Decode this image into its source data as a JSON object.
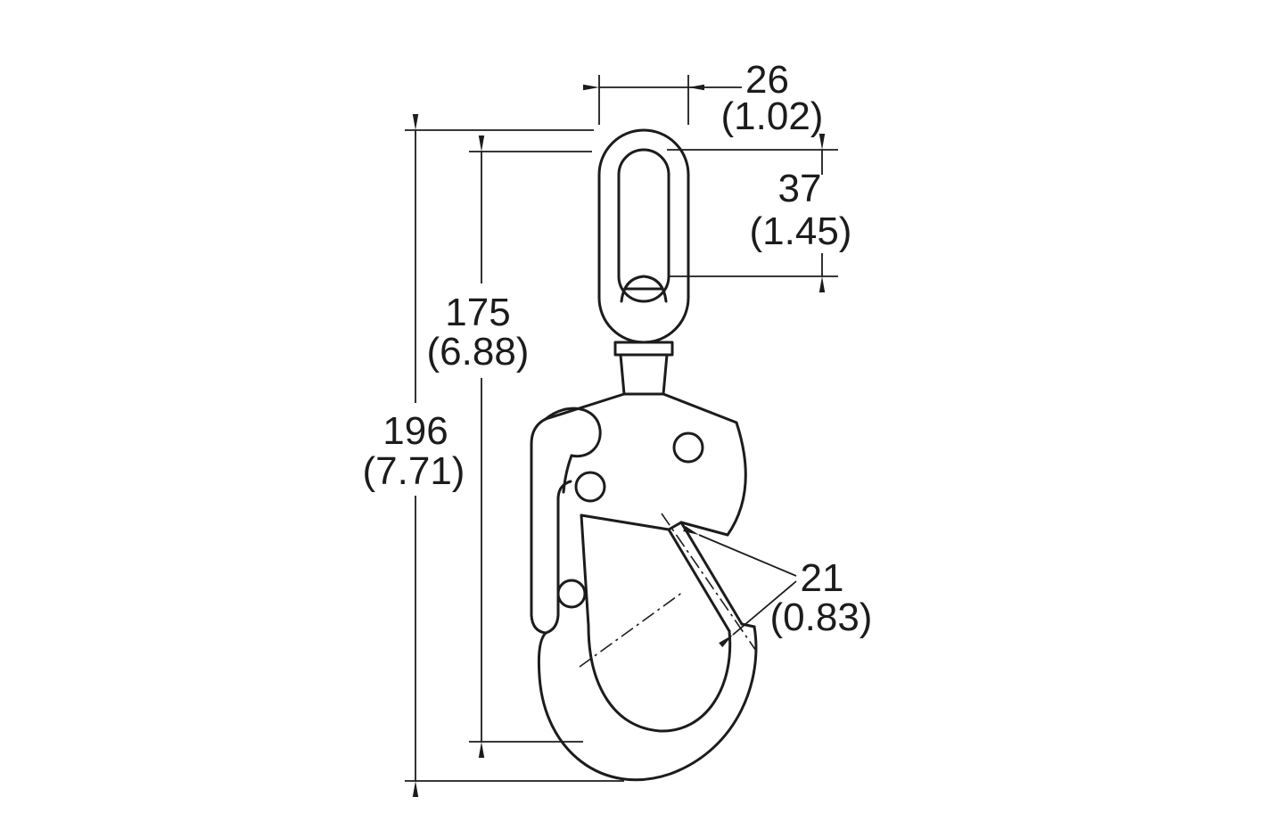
{
  "drawing": {
    "subject": "swivel-eye-snap-hook-dimensional-drawing",
    "background": "#ffffff",
    "ink_color": "#1c1c1c",
    "dimensions": {
      "eye_width": {
        "mm": "26",
        "inch": "(1.02)"
      },
      "eye_opening_height": {
        "mm": "37",
        "inch": "(1.45)"
      },
      "inner_length": {
        "mm": "175",
        "inch": "(6.88)"
      },
      "overall_length": {
        "mm": "196",
        "inch": "(7.71)"
      },
      "gate_opening": {
        "mm": "21",
        "inch": "(0.83)"
      }
    }
  }
}
